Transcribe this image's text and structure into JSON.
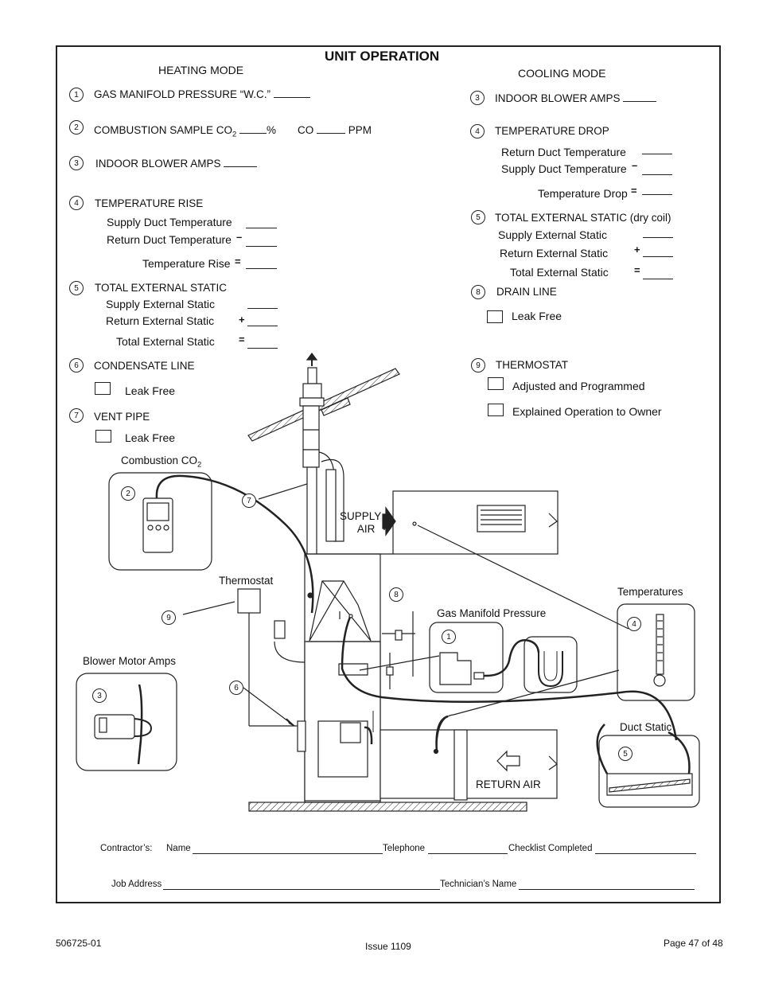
{
  "title": "UNIT OPERATION",
  "heating": {
    "header": "HEATING MODE",
    "gas_manifold": {
      "num": "1",
      "label": "GAS MANIFOLD PRESSURE “W.C.”"
    },
    "combustion": {
      "num": "2",
      "label_pre": "COMBUSTION SAMPLE CO",
      "sub": "2",
      "unit": "%",
      "co": "CO",
      "ppm": "PPM"
    },
    "blower_amps": {
      "num": "3",
      "label": "INDOOR BLOWER AMPS"
    },
    "temp_rise": {
      "num": "4",
      "label": "TEMPERATURE RISE",
      "supply": "Supply Duct Temperature",
      "return": "Return Duct Temperature",
      "minus": "–",
      "total": "Temperature Rise",
      "equals": "="
    },
    "static": {
      "num": "5",
      "label": "TOTAL EXTERNAL STATIC",
      "supply": "Supply External Static",
      "return": "Return External Static",
      "plus": "+",
      "total": "Total External Static",
      "equals": "="
    },
    "condensate": {
      "num": "6",
      "label": "CONDENSATE LINE",
      "check": "Leak Free"
    },
    "vent": {
      "num": "7",
      "label": "VENT PIPE",
      "check": "Leak Free"
    }
  },
  "cooling": {
    "header": "COOLING MODE",
    "blower_amps": {
      "num": "3",
      "label": "INDOOR BLOWER AMPS"
    },
    "temp_drop": {
      "num": "4",
      "label": "TEMPERATURE DROP",
      "return": "Return Duct Temperature",
      "supply": "Supply Duct Temperature",
      "minus": "–",
      "total": "Temperature Drop",
      "equals": "="
    },
    "static": {
      "num": "5",
      "label": "TOTAL EXTERNAL STATIC (dry coil)",
      "supply": "Supply External Static",
      "return": "Return External Static",
      "plus": "+",
      "total": "Total External Static",
      "equals": "="
    },
    "drain": {
      "num": "8",
      "label": "DRAIN LINE",
      "check": "Leak Free"
    },
    "thermostat": {
      "num": "9",
      "label": "THERMOSTAT",
      "check1": "Adjusted and Programmed",
      "check2": "Explained Operation to Owner"
    }
  },
  "diagram": {
    "combustion_pre": "Combustion CO",
    "combustion_sub": "2",
    "thermostat": "Thermostat",
    "blower_motor_amps": "Blower Motor Amps",
    "supply_air_1": "SUPPLY",
    "supply_air_2": "AIR",
    "gas_manifold_pressure": "Gas Manifold Pressure",
    "temperatures": "Temperatures",
    "duct_static": "Duct Static",
    "return_air": "RETURN AIR",
    "callouts": {
      "n1": "1",
      "n2": "2",
      "n3": "3",
      "n4": "4",
      "n5": "5",
      "n6": "6",
      "n7": "7",
      "n8": "8",
      "n9": "9"
    }
  },
  "form": {
    "contractor": "Contractor’s:",
    "name": "Name",
    "telephone": "Telephone",
    "checklist": "Checklist Completed",
    "job_address": "Job Address",
    "technician": "Technician’s Name"
  },
  "footer": {
    "doc_number": "506725-01",
    "issue": "Issue 1109",
    "page": "Page 47 of 48"
  }
}
